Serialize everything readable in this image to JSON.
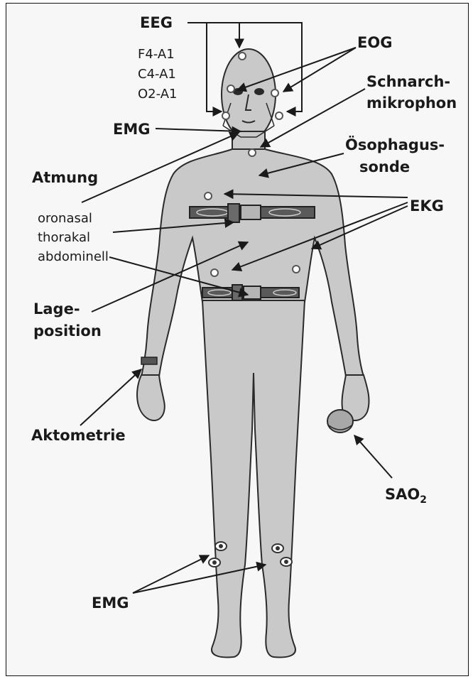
{
  "labels": {
    "eeg": "EEG",
    "eeg_lead_1": "F4-A1",
    "eeg_lead_2": "C4-A1",
    "eeg_lead_3": "O2-A1",
    "eog": "EOG",
    "snore_mic_1": "Schnarch-",
    "snore_mic_2": "mikrophon",
    "emg_chin": "EMG",
    "esophageal_1": "Ösophagus-",
    "esophageal_2": "sonde",
    "breathing": "Atmung",
    "breathing_1": "oronasal",
    "breathing_2": "thorakal",
    "breathing_3": "abdominell",
    "ecg": "EKG",
    "position_1": "Lage-",
    "position_2": "position",
    "actometry": "Aktometrie",
    "sao2_base": "SAO",
    "sao2_sub": "2",
    "emg_legs": "EMG"
  },
  "colors": {
    "skin": "#c9c9c9",
    "outline": "#2a2a2a",
    "belt": "#5a5a5a",
    "text": "#1a1a1a"
  }
}
